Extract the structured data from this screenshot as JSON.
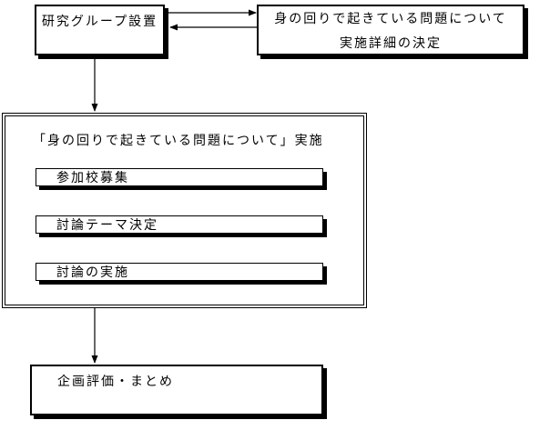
{
  "diagram": {
    "type": "flowchart",
    "background_color": "#ffffff",
    "line_color": "#000000",
    "nodes": {
      "setup": {
        "label": "研究グループ設置"
      },
      "details": {
        "label_line1": "身の回りで起きている問題について",
        "label_line2": "実施詳細の決定"
      },
      "implementation": {
        "title": "「身の回りで起きている問題について」実施",
        "steps": [
          {
            "label": "参加校募集"
          },
          {
            "label": "討論テーマ決定"
          },
          {
            "label": "討論の実施"
          }
        ]
      },
      "evaluation": {
        "label": "企画評価・まとめ"
      }
    },
    "edges": [
      {
        "from": "setup",
        "to": "details",
        "style": "arrow-right"
      },
      {
        "from": "details",
        "to": "setup",
        "style": "arrow-left"
      },
      {
        "from": "setup",
        "to": "implementation",
        "style": "arrow-down"
      },
      {
        "from": "implementation",
        "to": "evaluation",
        "style": "arrow-down"
      }
    ]
  }
}
